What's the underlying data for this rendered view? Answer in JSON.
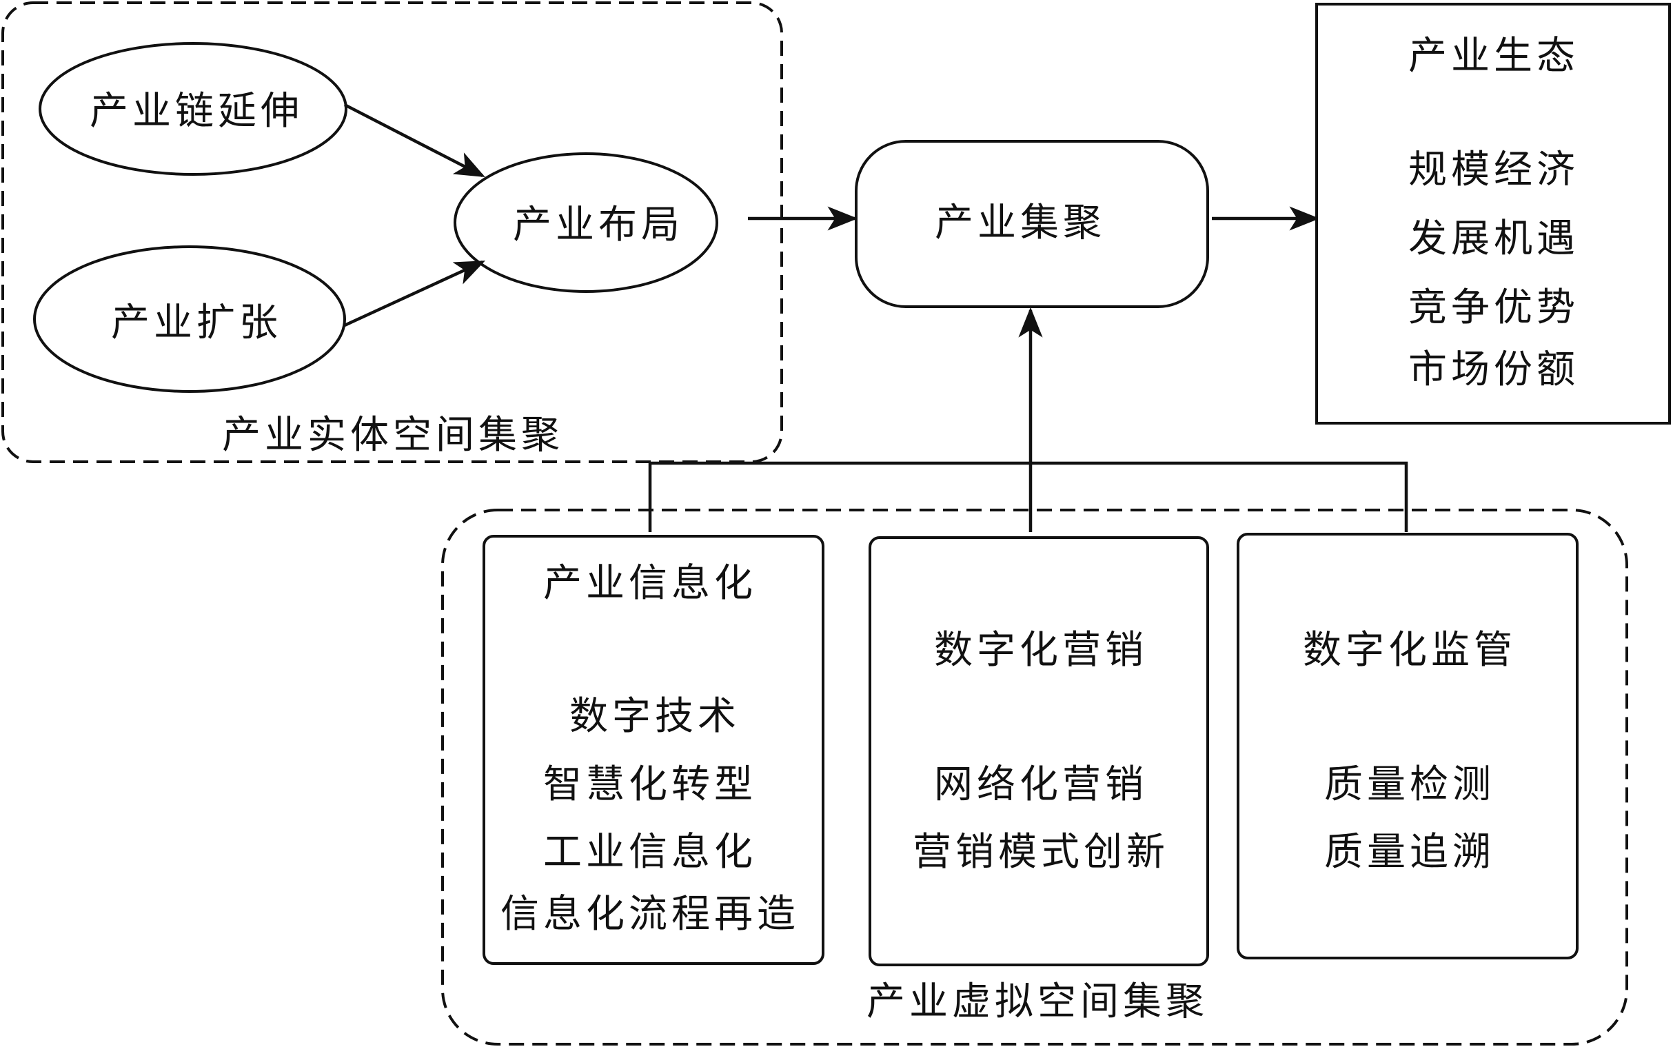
{
  "physical_group": {
    "label": "产业实体空间集聚",
    "nodes": {
      "chain_extension": "产业链延伸",
      "expansion": "产业扩张",
      "layout": "产业布局"
    }
  },
  "cluster": {
    "label": "产业集聚"
  },
  "ecology": {
    "title": "产业生态",
    "items": [
      "规模经济",
      "发展机遇",
      "竞争优势",
      "市场份额"
    ]
  },
  "virtual_group": {
    "label": "产业虚拟空间集聚",
    "informatization": {
      "title": "产业信息化",
      "items": [
        "数字技术",
        "智慧化转型",
        "工业信息化",
        "信息化流程再造"
      ]
    },
    "marketing": {
      "title": "数字化营销",
      "items": [
        "网络化营销",
        "营销模式创新"
      ]
    },
    "supervision": {
      "title": "数字化监管",
      "items": [
        "质量检测",
        "质量追溯"
      ]
    }
  }
}
